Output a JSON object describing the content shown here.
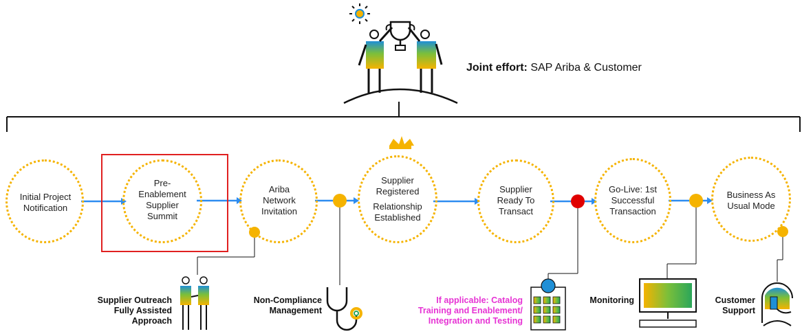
{
  "header": {
    "joint_bold": "Joint effort:",
    "joint_rest": "SAP Ariba & Customer"
  },
  "stages": [
    {
      "lines": [
        "Initial Project",
        "Notification"
      ]
    },
    {
      "lines": [
        "Pre-",
        "Enablement",
        "Supplier",
        "Summit"
      ]
    },
    {
      "lines": [
        "Ariba",
        "Network",
        "Invitation"
      ]
    },
    {
      "lines": [
        "Supplier",
        "Registered",
        "Relationship",
        "Established"
      ]
    },
    {
      "lines": [
        "Supplier",
        "Ready To",
        "Transact"
      ]
    },
    {
      "lines": [
        "Go-Live: 1st",
        "Successful",
        "Transaction"
      ]
    },
    {
      "lines": [
        "Business As",
        "Usual Mode"
      ]
    }
  ],
  "callouts": {
    "outreach": [
      "Supplier Outreach",
      "Fully Assisted",
      "Approach"
    ],
    "noncompliance": [
      "Non-Compliance",
      "Management"
    ],
    "catalog": [
      "If applicable: Catalog",
      "Training and Enablement/",
      "Integration and Testing"
    ],
    "monitoring": [
      "Monitoring"
    ],
    "support": [
      "Customer",
      "Support"
    ]
  },
  "colors": {
    "dot": "#f5b300",
    "arrow": "#2d8cf0",
    "alert": "#e00000",
    "highlight": "#e02020",
    "catalog_text": "#e633d4"
  },
  "icons": [
    "sun-icon",
    "trophy-icon",
    "crown-icon",
    "handshake-icon",
    "stethoscope-icon",
    "catalog-rack-icon",
    "monitor-icon",
    "headset-icon"
  ]
}
